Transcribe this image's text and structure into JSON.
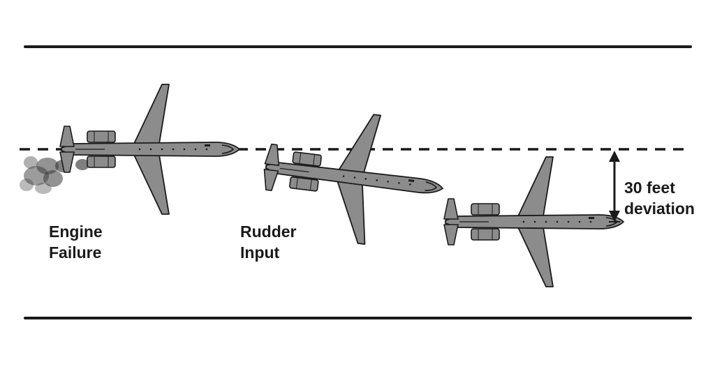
{
  "labels": {
    "engine_failure": [
      "Engine",
      "Failure"
    ],
    "rudder_input": [
      "Rudder",
      "Input"
    ],
    "deviation": [
      "30 feet",
      "deviation"
    ]
  },
  "colors": {
    "line": "#1a1a1a",
    "aircraft_fill": "#8c8c8c",
    "aircraft_stroke": "#1a1a1a",
    "smoke": "#3a3a3a"
  },
  "icons": [
    "aircraft-icon",
    "smoke-icon",
    "double-arrow-icon"
  ]
}
